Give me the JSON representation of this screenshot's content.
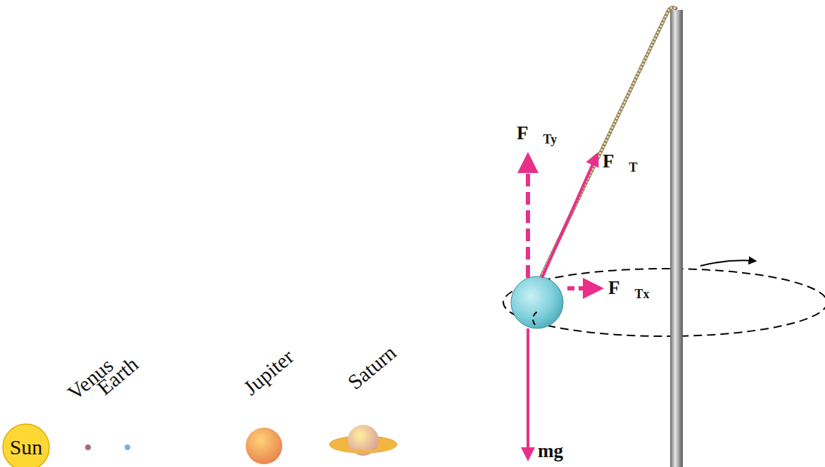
{
  "diagram": {
    "nodes": [
      {
        "text": [
          "Sun"
        ]
      }
    ],
    "labels": [
      "Venus",
      "Earth",
      "Jupiter",
      "Saturn",
      "F⃗Ty",
      "F⃗T",
      "F⃗Tx",
      "mg⃗"
    ]
  }
}
